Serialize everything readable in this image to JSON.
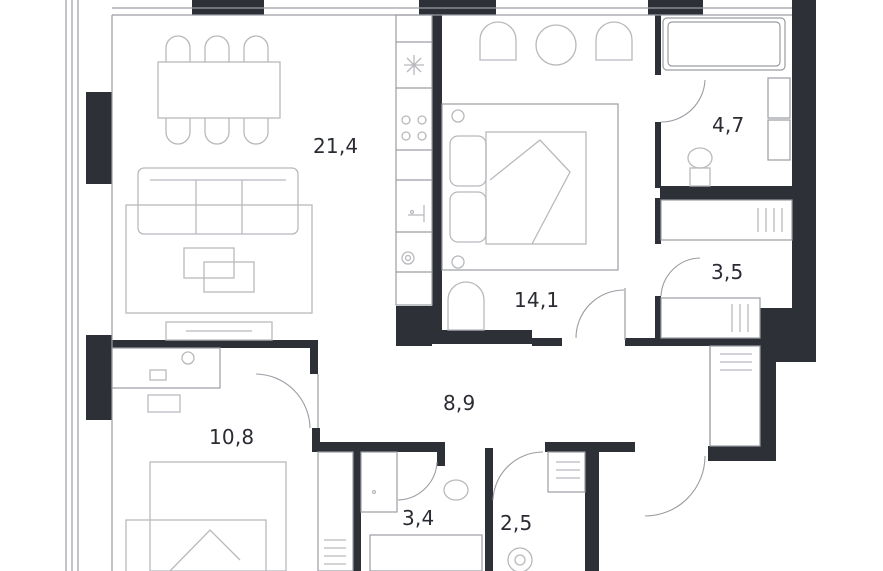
{
  "rooms": [
    {
      "id": "living",
      "area": "21,4"
    },
    {
      "id": "bedroom",
      "area": "14,1"
    },
    {
      "id": "bath",
      "area": "4,7"
    },
    {
      "id": "laundry",
      "area": "3,5"
    },
    {
      "id": "hall",
      "area": "8,9"
    },
    {
      "id": "study",
      "area": "10,8"
    },
    {
      "id": "wc",
      "area": "3,4"
    },
    {
      "id": "utility",
      "area": "2,5"
    }
  ],
  "colors": {
    "wall": "#2e3038",
    "line": "#9a9da3",
    "furniture": "#b7b9bd",
    "background": "#ffffff"
  }
}
